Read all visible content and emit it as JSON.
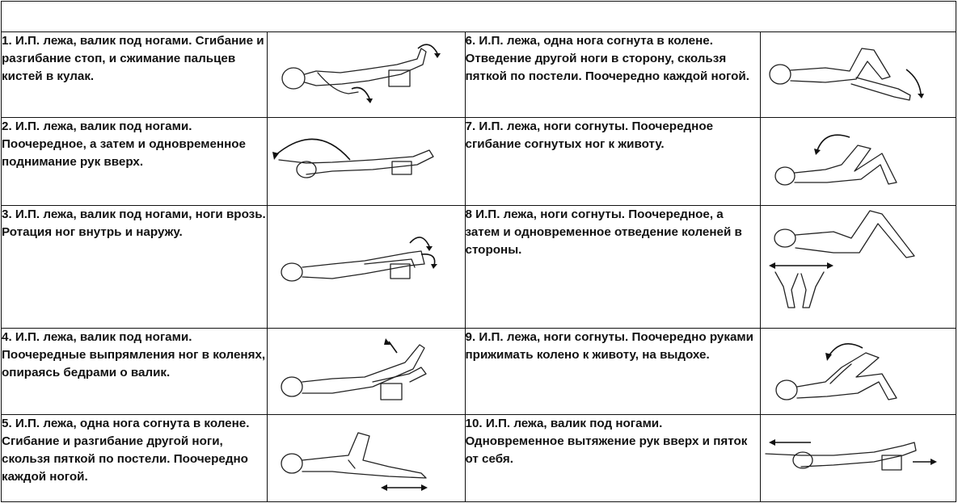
{
  "exercises": [
    {
      "num": "1",
      "text": "1. И.П. лежа, валик под ногами. Сгибание и разгибание стоп, и сжимание пальцев кистей в кулак.",
      "figure": "lying-roller-feet-flex"
    },
    {
      "num": "2",
      "text": "2. И.П. лежа, валик под ногами. Поочередное, а затем и одновременное поднимание рук вверх.",
      "figure": "lying-roller-arms-up"
    },
    {
      "num": "3",
      "text": "3. И.П. лежа, валик под ногами, ноги врозь. Ротация ног внутрь и наружу.",
      "figure": "lying-roller-leg-rotation"
    },
    {
      "num": "4",
      "text": "4. И.П. лежа, валик под ногами. Поочередные выпрямления ног в коленях, опираясь бедрами о валик.",
      "figure": "lying-roller-knee-extension"
    },
    {
      "num": "5",
      "text": "5. И.П. лежа, одна нога согнута в колене. Сгибание и разгибание другой ноги, скользя пяткой по постели. Поочередно каждой ногой.",
      "figure": "lying-heel-slide"
    },
    {
      "num": "6",
      "text": "6. И.П. лежа, одна нога согнута в колене. Отведение другой ноги в сторону, скользя пяткой по постели. Поочередно каждой ногой.",
      "figure": "lying-leg-abduction"
    },
    {
      "num": "7",
      "text": "7. И.П. лежа, ноги согнуты. Поочередное сгибание согнутых ног к животу.",
      "figure": "lying-knee-to-belly"
    },
    {
      "num": "8",
      "text": "8 И.П. лежа, ноги согнуты. Поочередное, а затем и одновременное отведение коленей в стороны.",
      "figure": "lying-knees-apart"
    },
    {
      "num": "9",
      "text": "9. И.П. лежа, ноги согнуты. Поочередно руками прижимать колено к животу, на выдохе.",
      "figure": "lying-hug-knee"
    },
    {
      "num": "10",
      "text": "10. И.П. лежа, валик под ногами. Одновременное вытяжение рук вверх и пяток от себя.",
      "figure": "lying-full-stretch"
    }
  ]
}
